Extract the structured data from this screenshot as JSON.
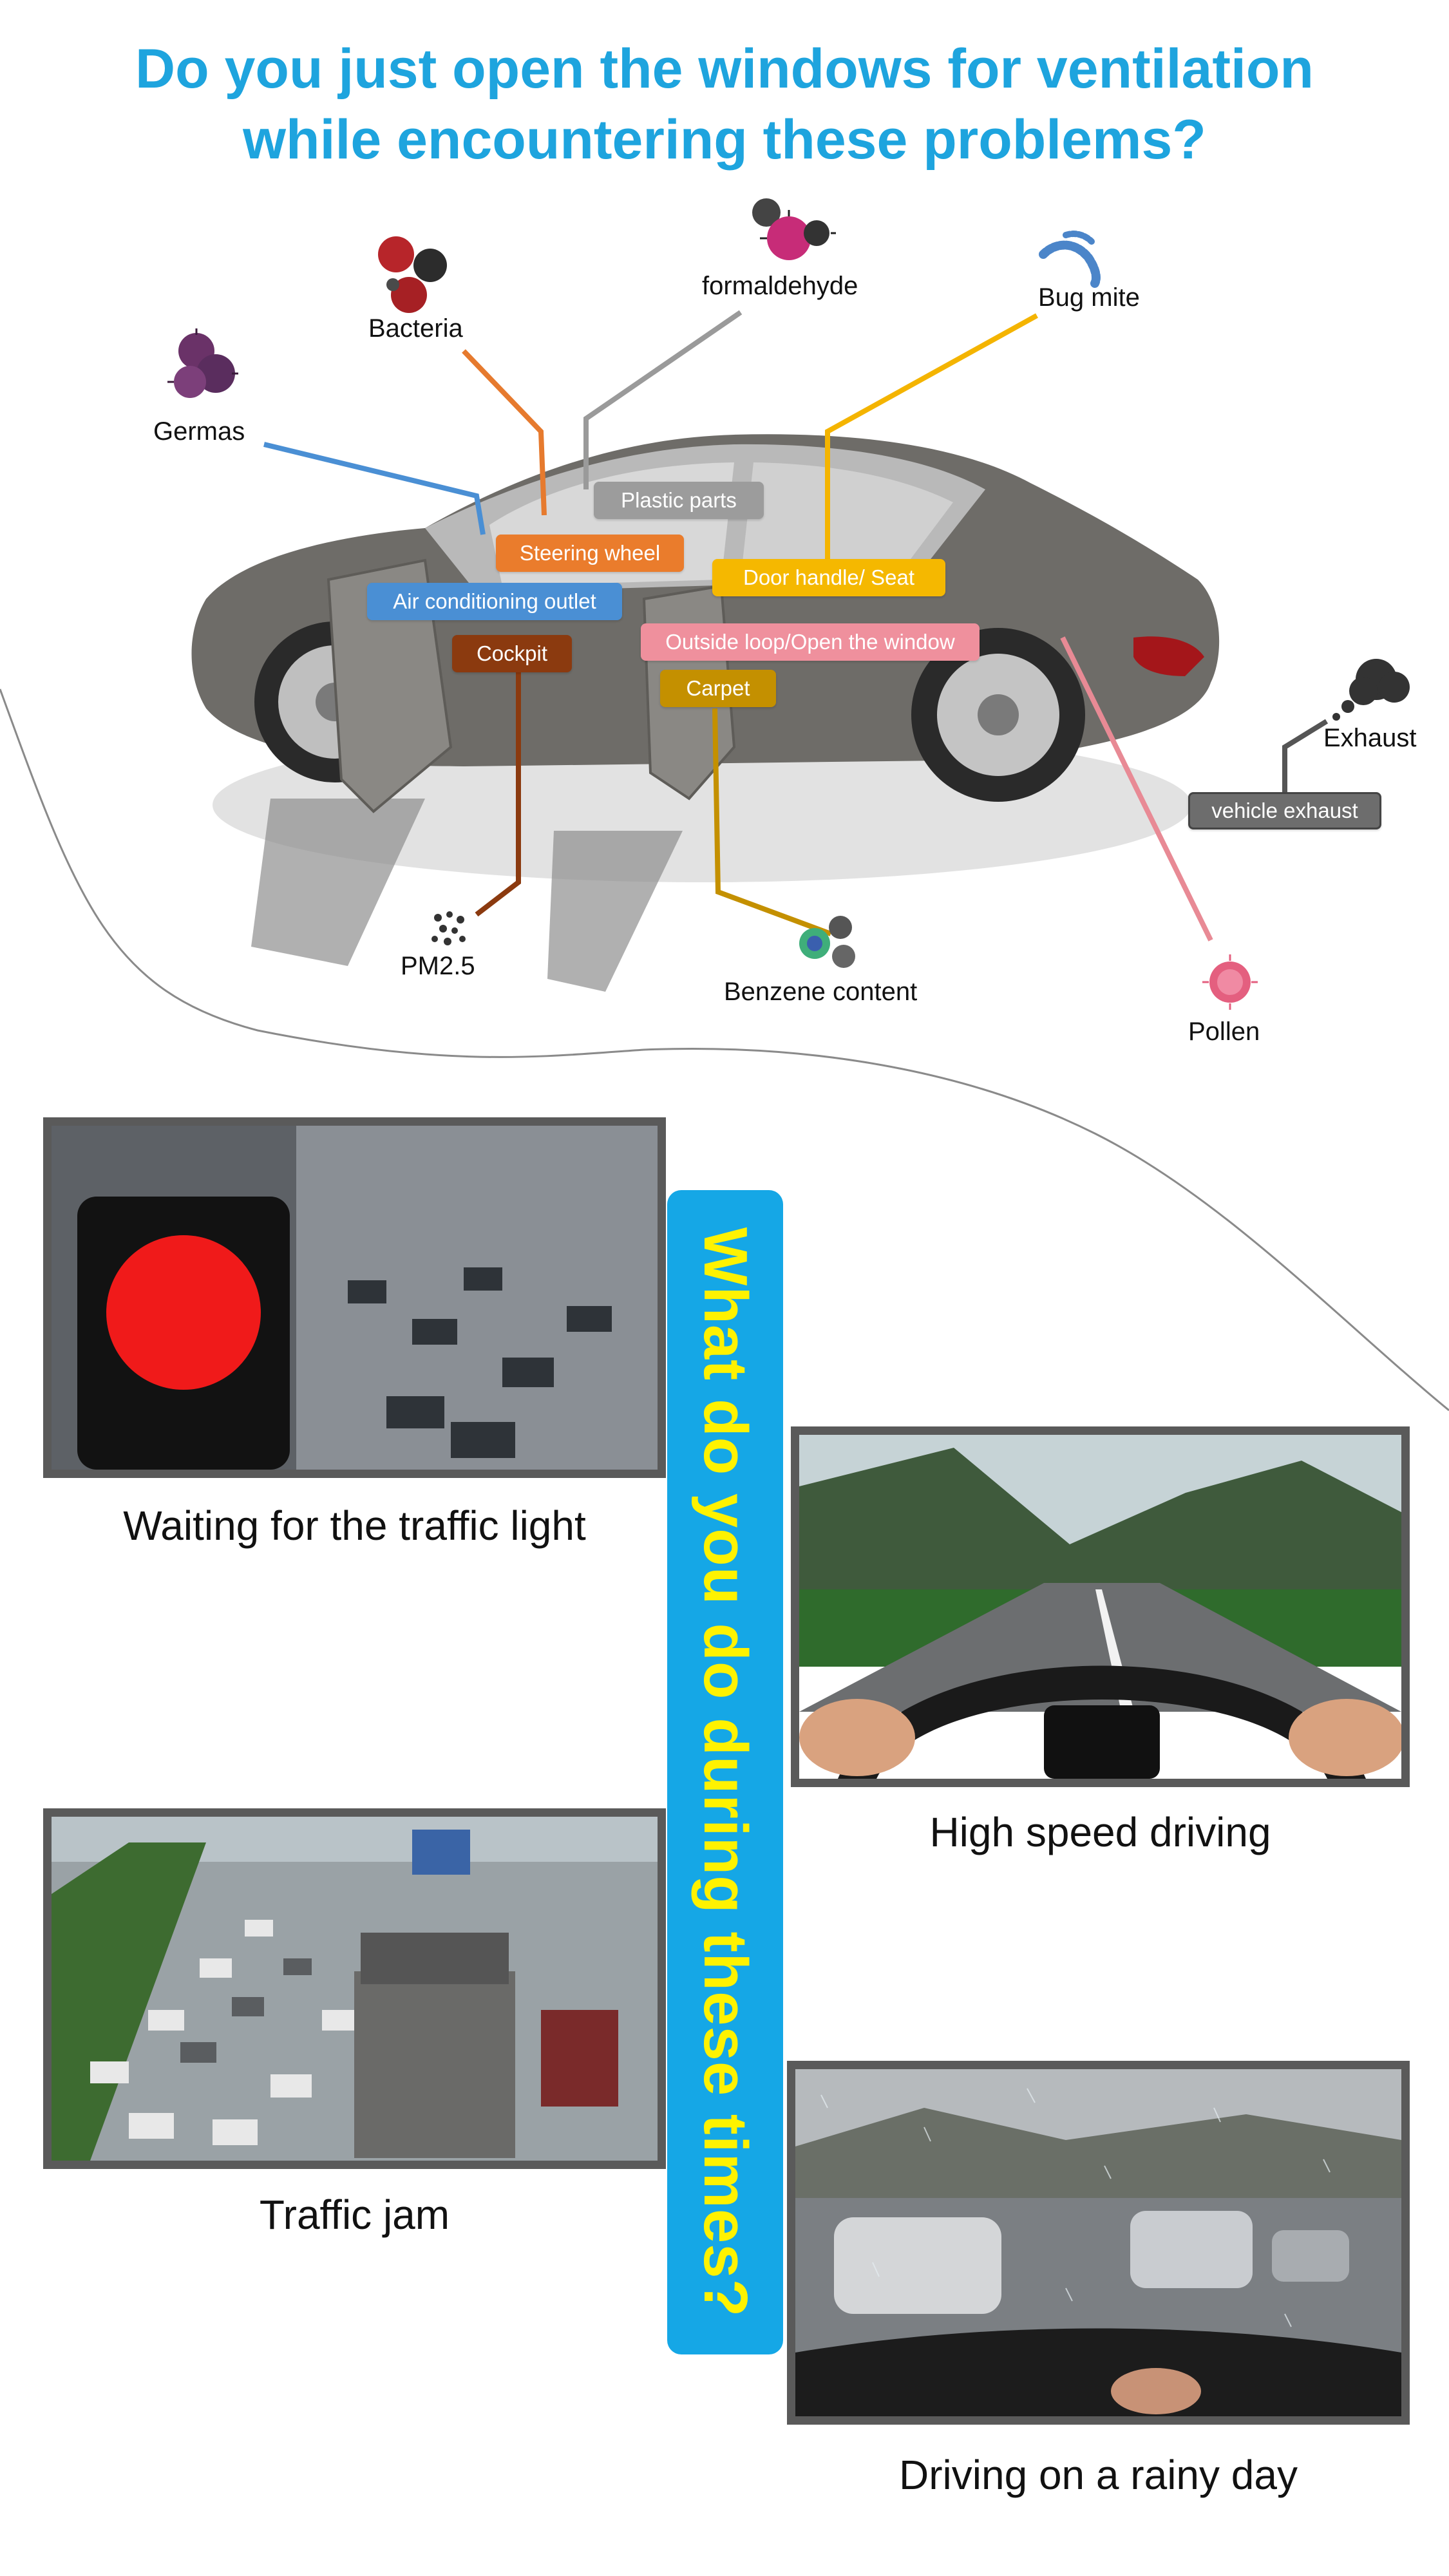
{
  "headline": {
    "line1": "Do you just open the windows for ventilation",
    "line2": "while encountering these  problems?"
  },
  "pollutants": {
    "germas": "Germas",
    "bacteria": "Bacteria",
    "formaldehyde": "formaldehyde",
    "bug_mite": "Bug mite",
    "exhaust": "Exhaust",
    "pm25": "PM2.5",
    "benzene": "Benzene content",
    "pollen": "Pollen"
  },
  "sources": {
    "plastic_parts": "Plastic parts",
    "steering_wheel": "Steering wheel",
    "air_outlet": "Air conditioning outlet",
    "door_handle_seat": "Door handle/ Seat",
    "outside_loop": "Outside loop/Open the window",
    "cockpit": "Cockpit",
    "carpet": "Carpet",
    "vehicle_exhaust": "vehicle exhaust"
  },
  "vertical_banner": "What do you do during these times?",
  "scenarios": {
    "traffic_light": "Waiting for the traffic light",
    "high_speed": "High speed driving",
    "traffic_jam": "Traffic jam",
    "rainy_day": "Driving on a rainy day"
  },
  "colors": {
    "headline": "#1ea4de",
    "banner_bg": "#15a7e6",
    "banner_text": "#fff200",
    "germas": "#4a8fd4",
    "bacteria": "#e67a2e",
    "formaldehyde": "#9a9a9a",
    "bug_mite": "#f4b400",
    "pollen": "#e88a95",
    "cockpit": "#8b3a0f",
    "carpet": "#c49000",
    "exhaust": "#555555"
  }
}
